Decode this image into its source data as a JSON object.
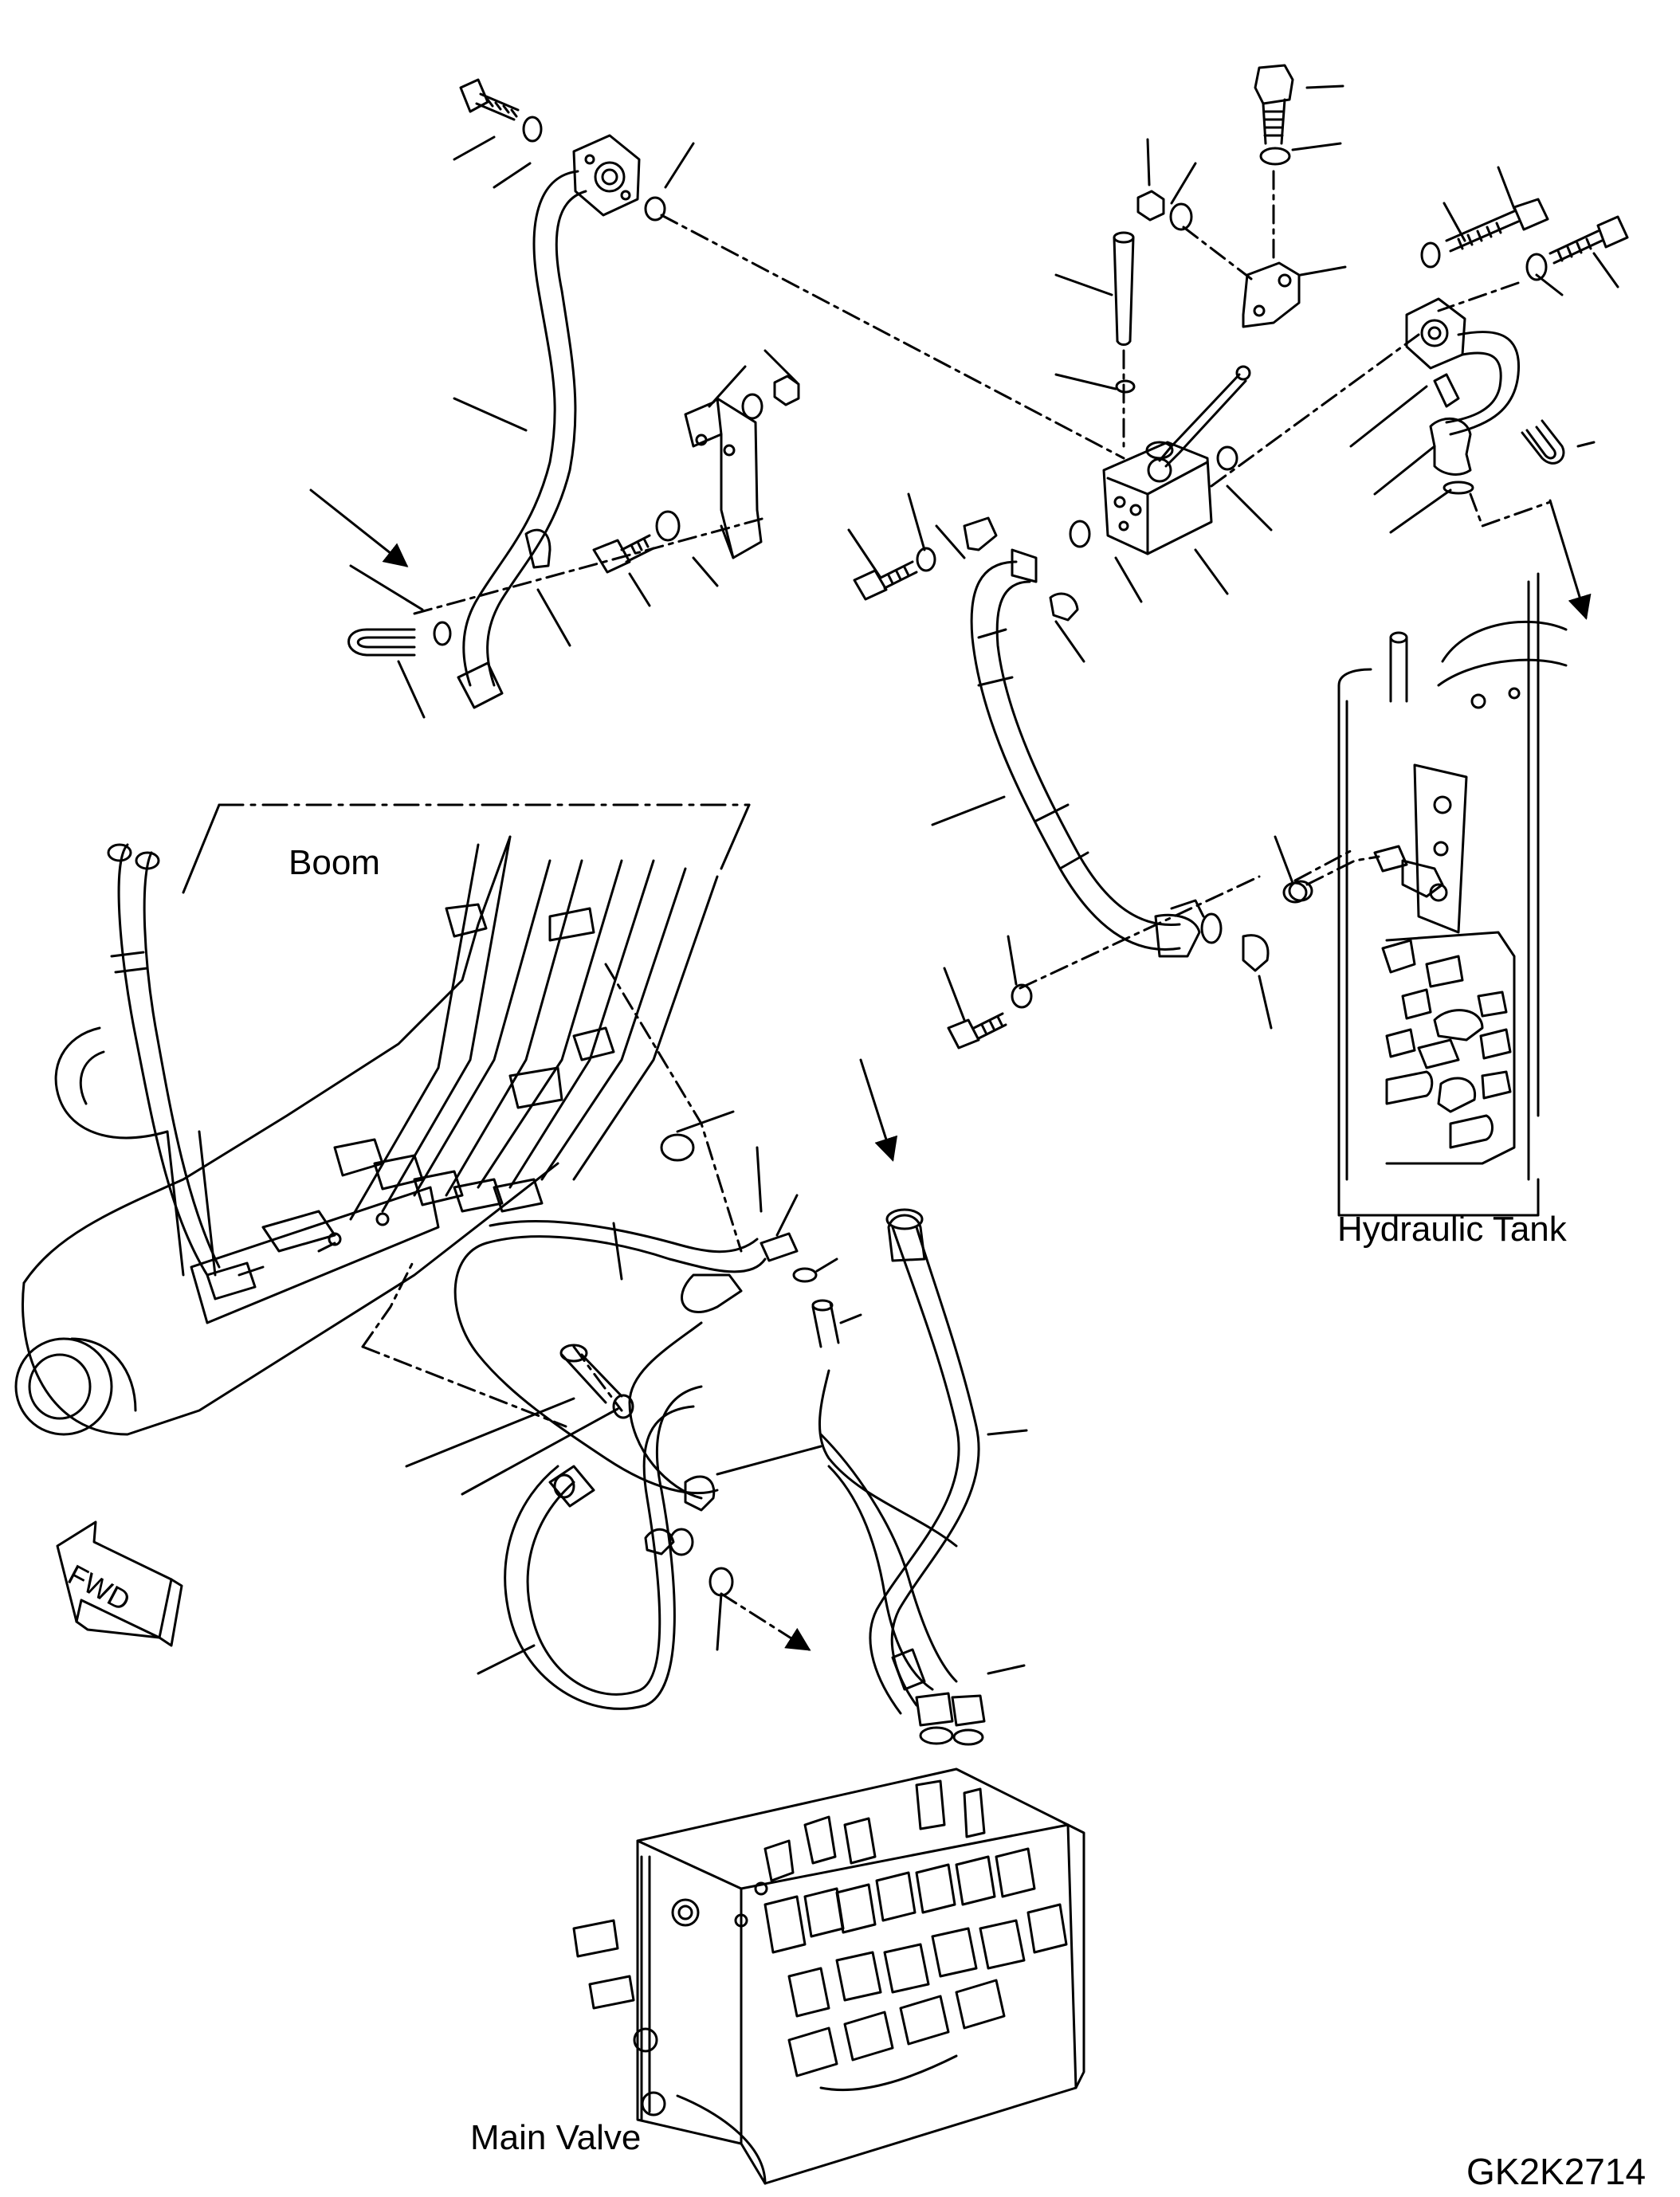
{
  "labels": {
    "boom": "Boom",
    "hydraulic_tank": "Hydraulic Tank",
    "main_valve": "Main Valve",
    "fwd": "FWD",
    "drawing_code": "GK2K2714"
  },
  "colors": {
    "line": "#000000",
    "background": "#ffffff"
  }
}
